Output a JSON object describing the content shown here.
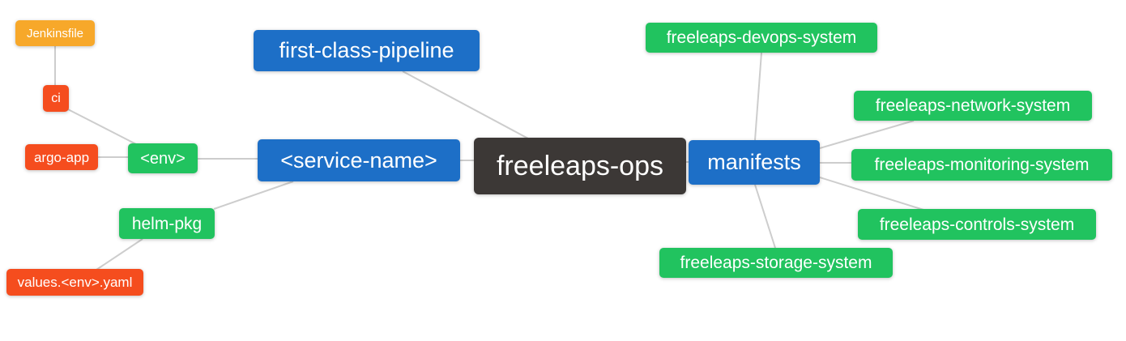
{
  "diagram": {
    "title": "freeleaps-ops mindmap",
    "colors": {
      "blue": "#1d6fc7",
      "green": "#21c35f",
      "red": "#f54d1e",
      "orange": "#f7a82a",
      "dark": "#3c3836",
      "edge": "#cdcdcd",
      "text": "#ffffff",
      "background": "#ffffff"
    },
    "nodes": [
      {
        "id": "jenkinsfile",
        "label": "Jenkinsfile",
        "color": "orange"
      },
      {
        "id": "ci",
        "label": "ci",
        "color": "red"
      },
      {
        "id": "argo-app",
        "label": "argo-app",
        "color": "red"
      },
      {
        "id": "env",
        "label": "<env>",
        "color": "green"
      },
      {
        "id": "helm-pkg",
        "label": "helm-pkg",
        "color": "green"
      },
      {
        "id": "values-env-yaml",
        "label": "values.<env>.yaml",
        "color": "red"
      },
      {
        "id": "first-class-pipeline",
        "label": "first-class-pipeline",
        "color": "blue"
      },
      {
        "id": "service-name",
        "label": "<service-name>",
        "color": "blue"
      },
      {
        "id": "freeleaps-ops",
        "label": "freeleaps-ops",
        "color": "dark"
      },
      {
        "id": "manifests",
        "label": "manifests",
        "color": "blue"
      },
      {
        "id": "freeleaps-devops-system",
        "label": "freeleaps-devops-system",
        "color": "green"
      },
      {
        "id": "freeleaps-network-system",
        "label": "freeleaps-network-system",
        "color": "green"
      },
      {
        "id": "freeleaps-monitoring-system",
        "label": "freeleaps-monitoring-system",
        "color": "green"
      },
      {
        "id": "freeleaps-controls-system",
        "label": "freeleaps-controls-system",
        "color": "green"
      },
      {
        "id": "freeleaps-storage-system",
        "label": "freeleaps-storage-system",
        "color": "green"
      }
    ],
    "edges": [
      {
        "from": "jenkinsfile",
        "to": "ci"
      },
      {
        "from": "ci",
        "to": "env"
      },
      {
        "from": "argo-app",
        "to": "env"
      },
      {
        "from": "env",
        "to": "service-name"
      },
      {
        "from": "service-name",
        "to": "helm-pkg"
      },
      {
        "from": "helm-pkg",
        "to": "values-env-yaml"
      },
      {
        "from": "service-name",
        "to": "freeleaps-ops"
      },
      {
        "from": "first-class-pipeline",
        "to": "freeleaps-ops"
      },
      {
        "from": "freeleaps-ops",
        "to": "manifests"
      },
      {
        "from": "manifests",
        "to": "freeleaps-devops-system"
      },
      {
        "from": "manifests",
        "to": "freeleaps-network-system"
      },
      {
        "from": "manifests",
        "to": "freeleaps-monitoring-system"
      },
      {
        "from": "manifests",
        "to": "freeleaps-controls-system"
      },
      {
        "from": "manifests",
        "to": "freeleaps-storage-system"
      }
    ]
  }
}
